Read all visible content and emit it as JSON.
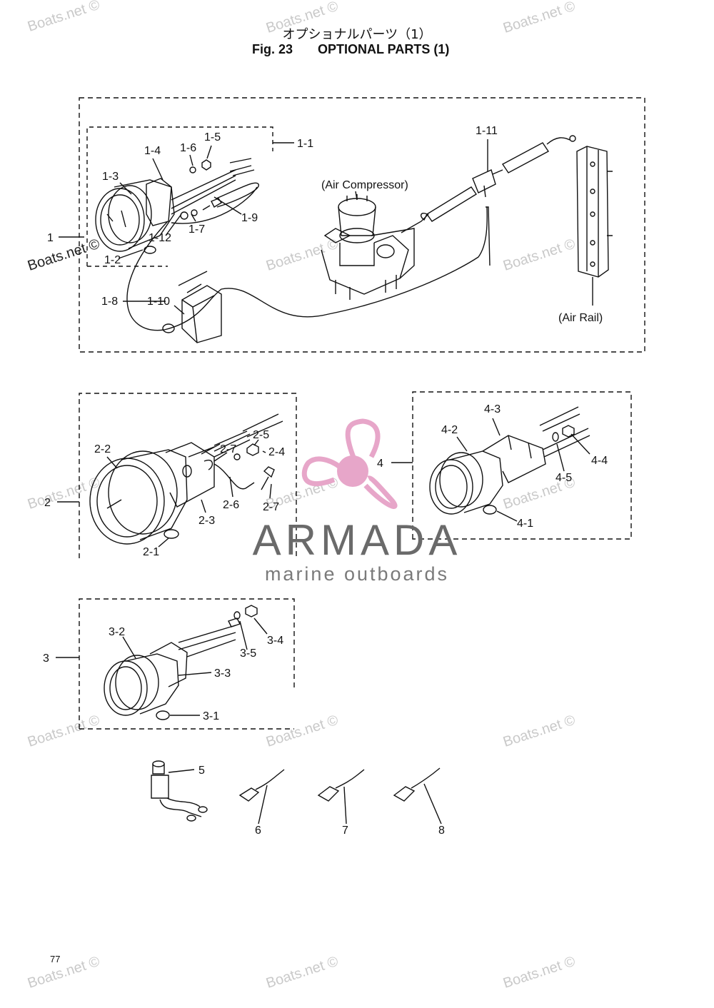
{
  "header": {
    "title_jp": "オプショナルパーツ（1）",
    "fig": "Fig. 23",
    "title_en": "OPTIONAL PARTS (1)"
  },
  "page_number": "77",
  "watermark": {
    "text": "Boats.net ©"
  },
  "brand": {
    "name": "ARMADA",
    "tagline": "marine outboards",
    "accent_color": "#e7a6c9",
    "text_color": "#6a6a6a"
  },
  "labels": {
    "air_compressor": "(Air  Compressor)",
    "air_rail": "(Air  Rail)"
  },
  "callouts": {
    "c1": "1",
    "c1_1": "1-1",
    "c1_2": "1-2",
    "c1_3": "1-3",
    "c1_4": "1-4",
    "c1_5": "1-5",
    "c1_6": "1-6",
    "c1_7": "1-7",
    "c1_8": "1-8",
    "c1_9": "1-9",
    "c1_10": "1-10",
    "c1_11": "1-11",
    "c1_12": "1-12",
    "c2": "2",
    "c2_1": "2-1",
    "c2_2": "2-2",
    "c2_3": "2-3",
    "c2_4": "2-4",
    "c2_5": "2-5",
    "c2_6": "2-6",
    "c2_7a": "2-7",
    "c2_7b": "2-7",
    "c3": "3",
    "c3_1": "3-1",
    "c3_2": "3-2",
    "c3_3": "3-3",
    "c3_4": "3-4",
    "c3_5": "3-5",
    "c4": "4",
    "c4_1": "4-1",
    "c4_2": "4-2",
    "c4_3": "4-3",
    "c4_4": "4-4",
    "c4_5": "4-5",
    "c5": "5",
    "c6": "6",
    "c7": "7",
    "c8": "8"
  }
}
